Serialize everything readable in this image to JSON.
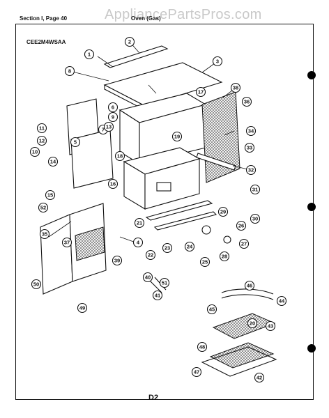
{
  "header": {
    "section": "Section I, Page 40",
    "title": "Oven (Gas)"
  },
  "model": "CEE2M4WSAA",
  "page_code": "D2",
  "watermark": "AppliancePartsPros.com",
  "callouts": [
    "1",
    "2",
    "3",
    "4",
    "5",
    "6",
    "7",
    "8",
    "9",
    "10",
    "11",
    "12",
    "13",
    "14",
    "15",
    "16",
    "17",
    "18",
    "19",
    "20",
    "21",
    "22",
    "23",
    "24",
    "25",
    "26",
    "27",
    "28",
    "29",
    "30",
    "31",
    "32",
    "33",
    "34",
    "35",
    "36",
    "37",
    "38",
    "39",
    "40",
    "41",
    "42",
    "43",
    "44",
    "45",
    "46",
    "47",
    "48",
    "49",
    "50",
    "51",
    "52"
  ]
}
